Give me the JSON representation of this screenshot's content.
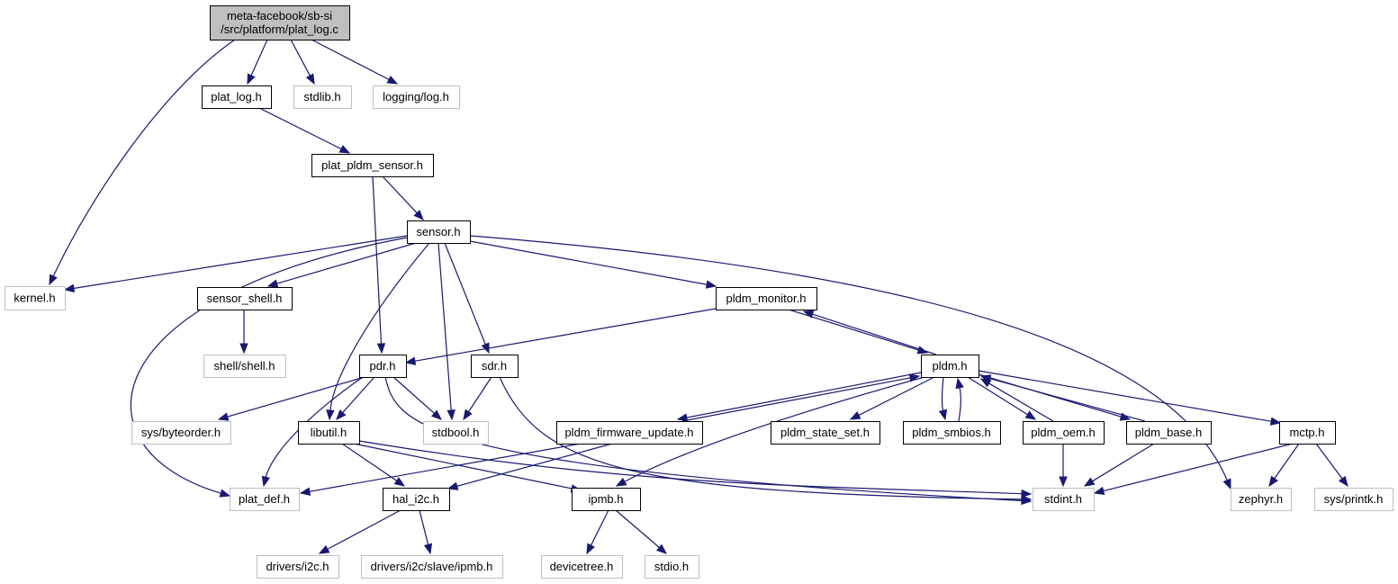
{
  "colors": {
    "edge": "#191970",
    "root_fill": "#bfbfbf",
    "doc_stroke": "#000000",
    "ext_stroke": "#bfbfbf",
    "node_fill": "#ffffff"
  },
  "graph": {
    "nodes": [
      {
        "id": "root",
        "lines": [
          "meta-facebook/sb-si",
          "/src/platform/plat_log.c"
        ],
        "kind": "root"
      },
      {
        "id": "plat_log_h",
        "lines": [
          "plat_log.h"
        ],
        "kind": "doc"
      },
      {
        "id": "stdlib_h",
        "lines": [
          "stdlib.h"
        ],
        "kind": "ext"
      },
      {
        "id": "logging_log_h",
        "lines": [
          "logging/log.h"
        ],
        "kind": "ext"
      },
      {
        "id": "kernel_h",
        "lines": [
          "kernel.h"
        ],
        "kind": "ext"
      },
      {
        "id": "plat_pldm_sensor_h",
        "lines": [
          "plat_pldm_sensor.h"
        ],
        "kind": "doc"
      },
      {
        "id": "sensor_h",
        "lines": [
          "sensor.h"
        ],
        "kind": "doc"
      },
      {
        "id": "sensor_shell_h",
        "lines": [
          "sensor_shell.h"
        ],
        "kind": "doc"
      },
      {
        "id": "pldm_monitor_h",
        "lines": [
          "pldm_monitor.h"
        ],
        "kind": "doc"
      },
      {
        "id": "shell_shell_h",
        "lines": [
          "shell/shell.h"
        ],
        "kind": "ext"
      },
      {
        "id": "pdr_h",
        "lines": [
          "pdr.h"
        ],
        "kind": "doc"
      },
      {
        "id": "sdr_h",
        "lines": [
          "sdr.h"
        ],
        "kind": "doc"
      },
      {
        "id": "pldm_h",
        "lines": [
          "pldm.h"
        ],
        "kind": "doc"
      },
      {
        "id": "sys_byteorder_h",
        "lines": [
          "sys/byteorder.h"
        ],
        "kind": "ext"
      },
      {
        "id": "libutil_h",
        "lines": [
          "libutil.h"
        ],
        "kind": "doc"
      },
      {
        "id": "stdbool_h",
        "lines": [
          "stdbool.h"
        ],
        "kind": "ext"
      },
      {
        "id": "pldm_firmware_update_h",
        "lines": [
          "pldm_firmware_update.h"
        ],
        "kind": "doc"
      },
      {
        "id": "pldm_state_set_h",
        "lines": [
          "pldm_state_set.h"
        ],
        "kind": "doc"
      },
      {
        "id": "pldm_smbios_h",
        "lines": [
          "pldm_smbios.h"
        ],
        "kind": "doc"
      },
      {
        "id": "pldm_oem_h",
        "lines": [
          "pldm_oem.h"
        ],
        "kind": "doc"
      },
      {
        "id": "pldm_base_h",
        "lines": [
          "pldm_base.h"
        ],
        "kind": "doc"
      },
      {
        "id": "mctp_h",
        "lines": [
          "mctp.h"
        ],
        "kind": "doc"
      },
      {
        "id": "plat_def_h",
        "lines": [
          "plat_def.h"
        ],
        "kind": "ext"
      },
      {
        "id": "hal_i2c_h",
        "lines": [
          "hal_i2c.h"
        ],
        "kind": "doc"
      },
      {
        "id": "ipmb_h",
        "lines": [
          "ipmb.h"
        ],
        "kind": "doc"
      },
      {
        "id": "stdint_h",
        "lines": [
          "stdint.h"
        ],
        "kind": "ext"
      },
      {
        "id": "zephyr_h",
        "lines": [
          "zephyr.h"
        ],
        "kind": "ext"
      },
      {
        "id": "sys_printk_h",
        "lines": [
          "sys/printk.h"
        ],
        "kind": "ext"
      },
      {
        "id": "drivers_i2c_h",
        "lines": [
          "drivers/i2c.h"
        ],
        "kind": "ext"
      },
      {
        "id": "drivers_i2c_slave_ipmb_h",
        "lines": [
          "drivers/i2c/slave/ipmb.h"
        ],
        "kind": "ext"
      },
      {
        "id": "devicetree_h",
        "lines": [
          "devicetree.h"
        ],
        "kind": "ext"
      },
      {
        "id": "stdio_h",
        "lines": [
          "stdio.h"
        ],
        "kind": "ext"
      }
    ],
    "edges": [
      [
        "root",
        "kernel_h"
      ],
      [
        "root",
        "plat_log_h"
      ],
      [
        "root",
        "stdlib_h"
      ],
      [
        "root",
        "logging_log_h"
      ],
      [
        "plat_log_h",
        "plat_pldm_sensor_h"
      ],
      [
        "plat_pldm_sensor_h",
        "sensor_h"
      ],
      [
        "plat_pldm_sensor_h",
        "pdr_h"
      ],
      [
        "sensor_h",
        "kernel_h"
      ],
      [
        "sensor_h",
        "sensor_shell_h"
      ],
      [
        "sensor_h",
        "pldm_monitor_h"
      ],
      [
        "sensor_h",
        "plat_def_h"
      ],
      [
        "sensor_h",
        "libutil_h"
      ],
      [
        "sensor_h",
        "stdbool_h"
      ],
      [
        "sensor_h",
        "sdr_h"
      ],
      [
        "sensor_h",
        "stdint_h"
      ],
      [
        "sensor_shell_h",
        "shell_shell_h"
      ],
      [
        "pldm_monitor_h",
        "pdr_h"
      ],
      [
        "pldm_monitor_h",
        "pldm_h"
      ],
      [
        "pldm_h",
        "pldm_monitor_h"
      ],
      [
        "pldm_h",
        "pldm_firmware_update_h"
      ],
      [
        "pldm_h",
        "ipmb_h"
      ],
      [
        "pldm_h",
        "pldm_state_set_h"
      ],
      [
        "pldm_h",
        "pldm_smbios_h"
      ],
      [
        "pldm_h",
        "pldm_oem_h"
      ],
      [
        "pldm_h",
        "pldm_base_h"
      ],
      [
        "pldm_h",
        "mctp_h"
      ],
      [
        "pdr_h",
        "sys_byteorder_h"
      ],
      [
        "pdr_h",
        "libutil_h"
      ],
      [
        "pdr_h",
        "stdbool_h"
      ],
      [
        "pdr_h",
        "plat_def_h"
      ],
      [
        "pdr_h",
        "stdint_h"
      ],
      [
        "sdr_h",
        "stdbool_h"
      ],
      [
        "sdr_h",
        "stdint_h"
      ],
      [
        "libutil_h",
        "hal_i2c_h"
      ],
      [
        "libutil_h",
        "ipmb_h"
      ],
      [
        "libutil_h",
        "stdint_h"
      ],
      [
        "pldm_firmware_update_h",
        "pldm_h"
      ],
      [
        "pldm_firmware_update_h",
        "plat_def_h"
      ],
      [
        "pldm_firmware_update_h",
        "hal_i2c_h"
      ],
      [
        "pldm_smbios_h",
        "pldm_h"
      ],
      [
        "pldm_oem_h",
        "pldm_h"
      ],
      [
        "pldm_oem_h",
        "stdint_h"
      ],
      [
        "pldm_base_h",
        "pldm_h"
      ],
      [
        "pldm_base_h",
        "stdint_h"
      ],
      [
        "mctp_h",
        "stdint_h"
      ],
      [
        "mctp_h",
        "zephyr_h"
      ],
      [
        "mctp_h",
        "sys_printk_h"
      ],
      [
        "hal_i2c_h",
        "drivers_i2c_h"
      ],
      [
        "hal_i2c_h",
        "drivers_i2c_slave_ipmb_h"
      ],
      [
        "ipmb_h",
        "devicetree_h"
      ],
      [
        "ipmb_h",
        "stdio_h"
      ]
    ]
  }
}
